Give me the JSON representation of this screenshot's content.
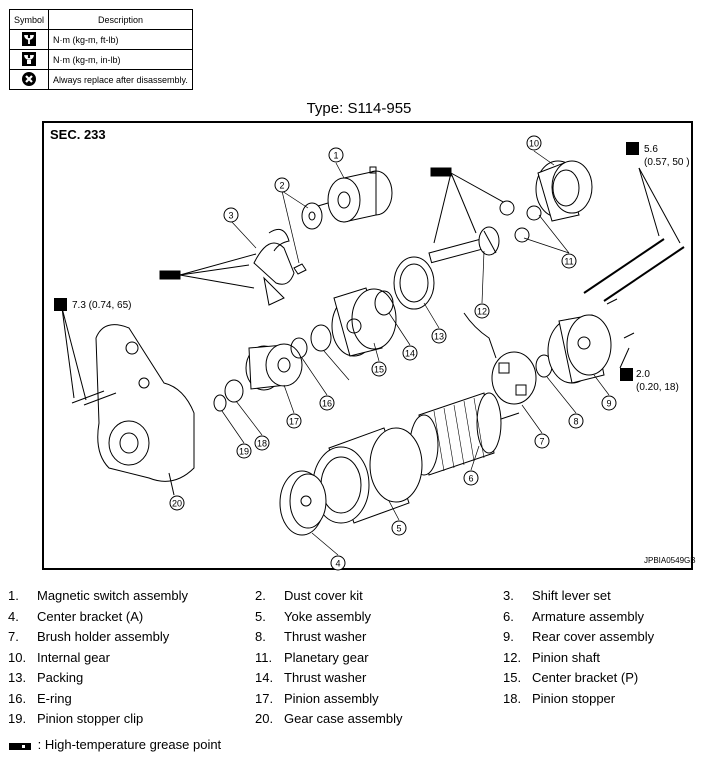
{
  "legend": {
    "header_symbol": "Symbol",
    "header_description": "Description",
    "rows": [
      {
        "icon": "torque-wrench-ftlb-icon",
        "text": "N·m (kg-m, ft-lb)"
      },
      {
        "icon": "torque-wrench-inlb-icon",
        "text": "N·m (kg-m, in-lb)"
      },
      {
        "icon": "always-replace-icon",
        "text": "Always replace after disassembly."
      }
    ]
  },
  "type_title": "Type: S114-955",
  "diagram": {
    "section": "SEC. 233",
    "image_code": "JPBIA0549GB",
    "torque_1": {
      "value": "5.6",
      "units": "(0.57, 50 )"
    },
    "torque_2": {
      "value": "7.3 (0.74, 65)"
    },
    "torque_3": {
      "value": "2.0",
      "units": "(0.20, 18)"
    },
    "callouts": [
      "1",
      "2",
      "3",
      "4",
      "5",
      "6",
      "7",
      "8",
      "9",
      "10",
      "11",
      "12",
      "13",
      "14",
      "15",
      "16",
      "17",
      "18",
      "19",
      "20"
    ]
  },
  "parts": [
    {
      "num": "1.",
      "name": "Magnetic switch assembly"
    },
    {
      "num": "2.",
      "name": "Dust cover kit"
    },
    {
      "num": "3.",
      "name": "Shift lever set"
    },
    {
      "num": "4.",
      "name": "Center bracket (A)"
    },
    {
      "num": "5.",
      "name": "Yoke assembly"
    },
    {
      "num": "6.",
      "name": "Armature assembly"
    },
    {
      "num": "7.",
      "name": "Brush holder assembly"
    },
    {
      "num": "8.",
      "name": "Thrust washer"
    },
    {
      "num": "9.",
      "name": "Rear cover assembly"
    },
    {
      "num": "10.",
      "name": "Internal gear"
    },
    {
      "num": "11.",
      "name": "Planetary gear"
    },
    {
      "num": "12.",
      "name": "Pinion shaft"
    },
    {
      "num": "13.",
      "name": "Packing"
    },
    {
      "num": "14.",
      "name": "Thrust washer"
    },
    {
      "num": "15.",
      "name": "Center bracket (P)"
    },
    {
      "num": "16.",
      "name": "E-ring"
    },
    {
      "num": "17.",
      "name": "Pinion assembly"
    },
    {
      "num": "18.",
      "name": "Pinion stopper"
    },
    {
      "num": "19.",
      "name": "Pinion stopper clip"
    },
    {
      "num": "20.",
      "name": "Gear case assembly"
    }
  ],
  "grease_note": ": High-temperature grease point"
}
